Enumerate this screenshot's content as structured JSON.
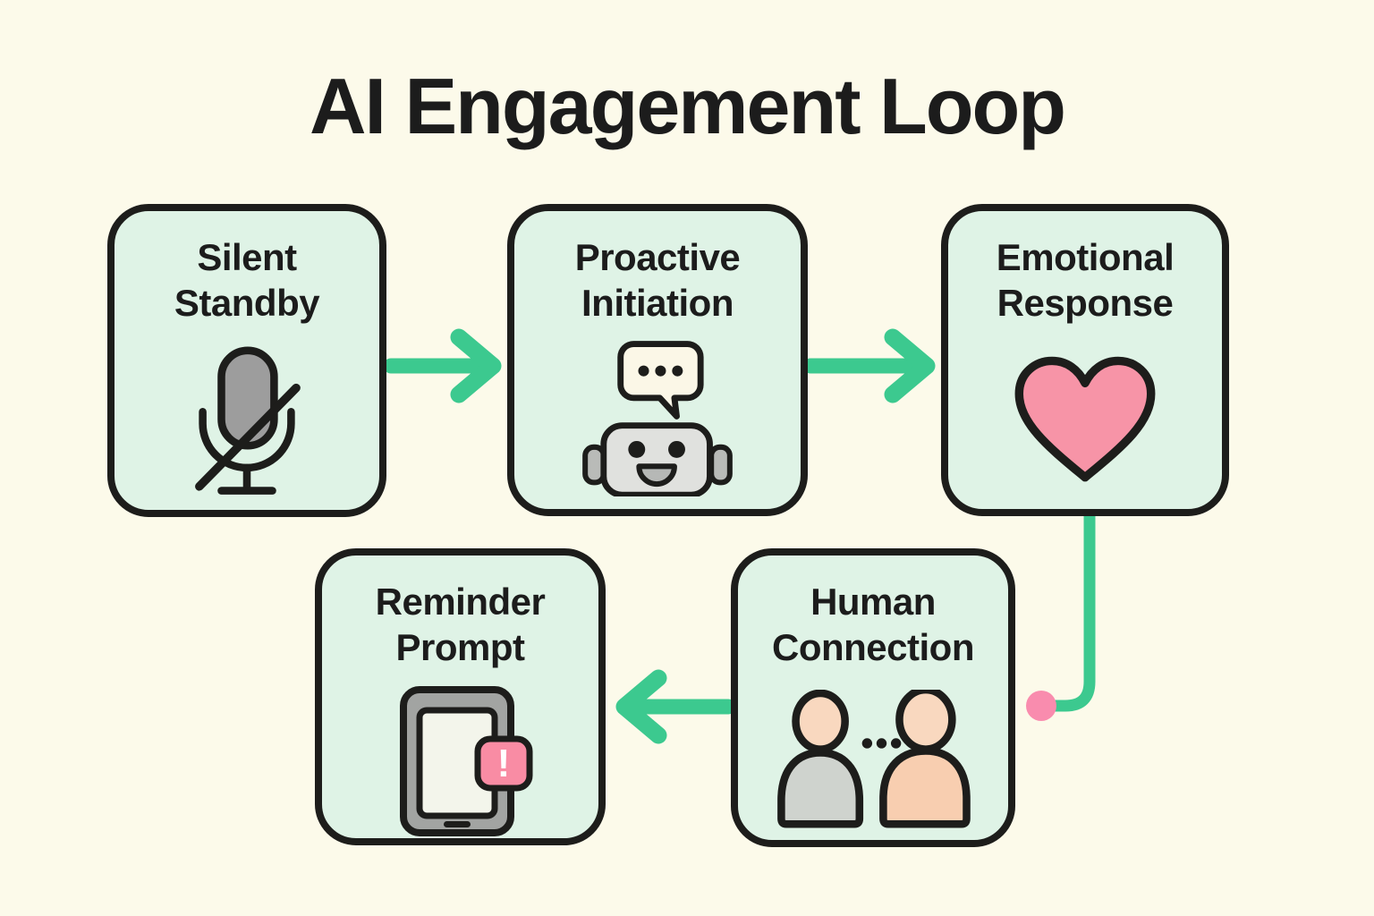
{
  "title": "AI Engagement Loop",
  "colors": {
    "background": "#FCFAEA",
    "box_fill": "#DFF3E6",
    "outline": "#1D1D1B",
    "text": "#1C1C1C",
    "arrow_green": "#3CC98F",
    "dot_pink": "#F98CAE",
    "heart_pink": "#F794A7",
    "badge_pink": "#F98CA4",
    "badge_mark_color": "#FFFFFF",
    "bubble_cream": "#FBF7E7",
    "robot_gray": "#E0E1DE",
    "robot_ear_gray": "#B9BBB8",
    "robot_mouth_gray": "#B6B8B6",
    "mic_gray": "#9D9D9D",
    "person_skin": "#F9D8BF",
    "person_body_gray": "#CFD3CE",
    "person_body_peach": "#F8CEB0",
    "phone_gray": "#A2A4A2",
    "phone_screen": "#F3F5EB"
  },
  "nodes": [
    {
      "label": "Silent Standby",
      "icon": "muted-microphone-icon"
    },
    {
      "label": "Proactive Initiation",
      "icon": "robot-speech-bubble-icon"
    },
    {
      "label": "Emotional Response",
      "icon": "heart-icon"
    },
    {
      "label": "Human Connection",
      "icon": "two-people-icon"
    },
    {
      "label": "Reminder Prompt",
      "icon": "phone-notification-icon"
    }
  ],
  "badge": {
    "alert_mark": "!"
  },
  "connections": [
    {
      "from": "Silent Standby",
      "to": "Proactive Initiation",
      "style": "arrow-right"
    },
    {
      "from": "Proactive Initiation",
      "to": "Emotional Response",
      "style": "arrow-right"
    },
    {
      "from": "Emotional Response",
      "to": "Human Connection",
      "style": "elbow-line-with-dot"
    },
    {
      "from": "Human Connection",
      "to": "Reminder Prompt",
      "style": "arrow-left"
    }
  ]
}
